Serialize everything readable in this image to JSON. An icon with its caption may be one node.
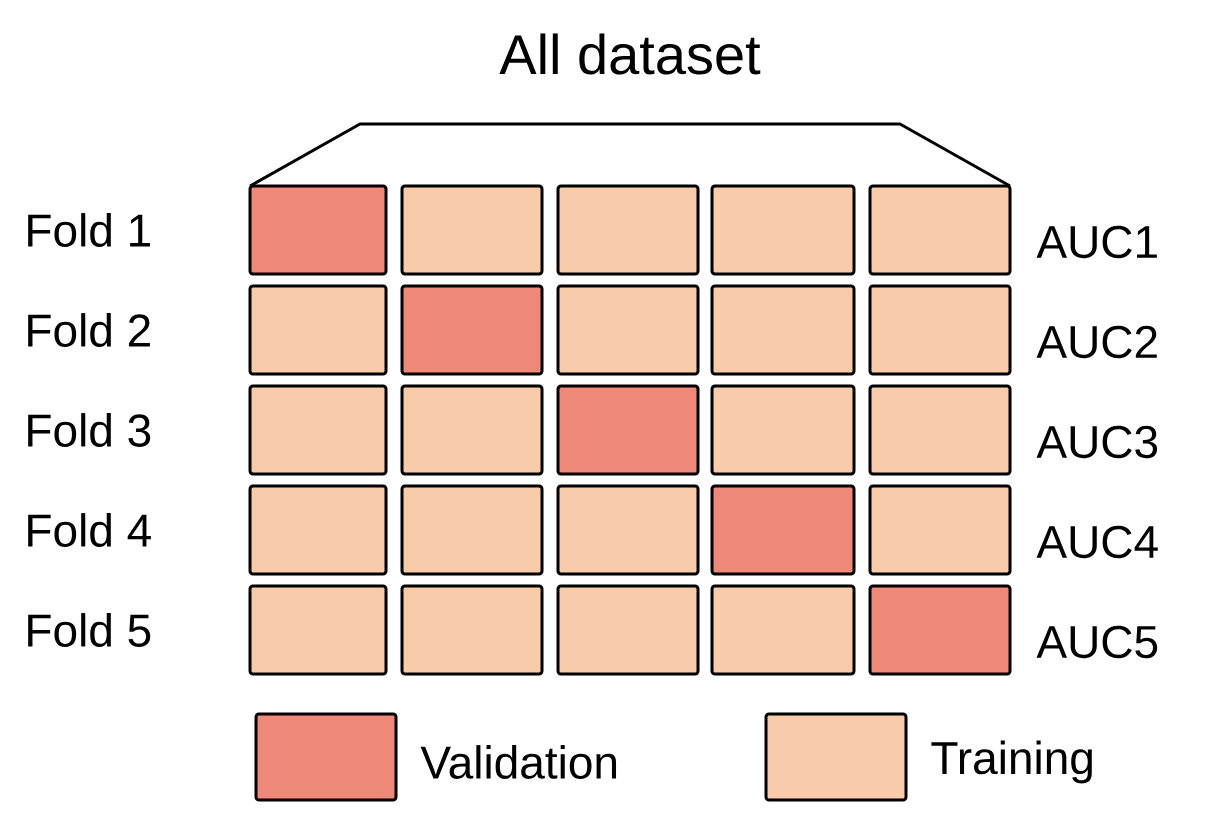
{
  "diagram": {
    "title": "All dataset",
    "labels": [
      "Fold 1",
      "AUC1",
      "Fold 2",
      "AUC2",
      "Fold 3",
      "AUC3",
      "Fold 4",
      "AUC4",
      "Fold 5",
      "AUC5"
    ],
    "legend": [
      {
        "text": "Validation",
        "color": "#ee8878"
      },
      {
        "text": "Training",
        "color": "#f8cbaa"
      }
    ]
  }
}
